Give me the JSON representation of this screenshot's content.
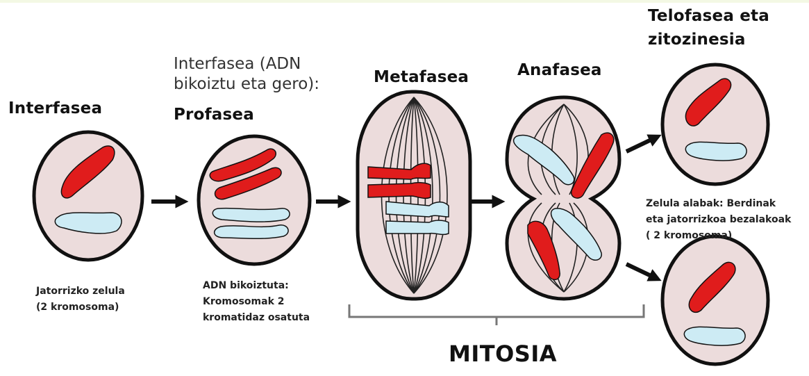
{
  "colors": {
    "cytoplasm": "#ecdcdc",
    "membrane": "#111111",
    "chromosome_red": "#e01c1c",
    "chromosome_blue": "#cdebf4",
    "spindle": "#222222"
  },
  "stages": {
    "interphase": {
      "title": "Interfasea",
      "caption_1": "Jatorrizko zelula",
      "caption_2": "(2 kromosoma)"
    },
    "prophase": {
      "pre_line_1": "Interfasea (ADN",
      "pre_line_2": "bikoiztu eta gero):",
      "title": "Profasea",
      "caption_1": "ADN bikoiztuta:",
      "caption_2": "Kromosomak 2",
      "caption_3": "kromatidaz osatuta"
    },
    "metaphase": {
      "title": "Metafasea"
    },
    "anaphase": {
      "title": "Anafasea"
    },
    "telophase": {
      "title_1": "Telofasea eta",
      "title_2": "zitozinesia",
      "caption_1": "Zelula alabak: Berdinak",
      "caption_2": "eta jatorrizkoa bezalakoak",
      "caption_3": "( 2 kromosoma)"
    }
  },
  "mitosis_label": "MITOSIA"
}
